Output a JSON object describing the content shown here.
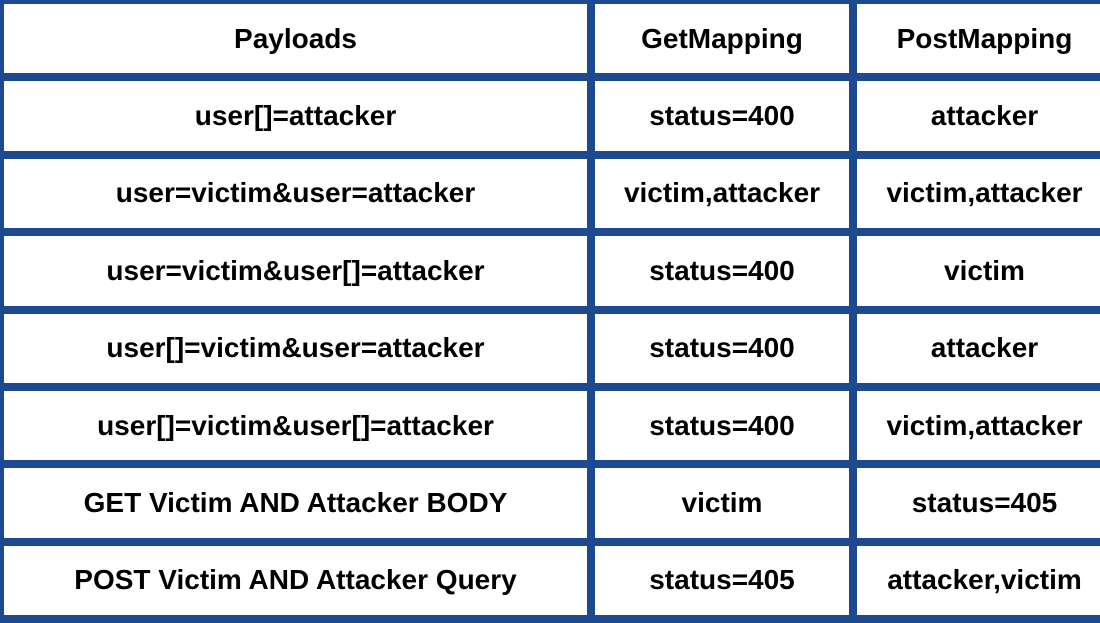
{
  "table": {
    "headers": [
      "Payloads",
      "GetMapping",
      "PostMapping"
    ],
    "rows": [
      [
        "user[]=attacker",
        "status=400",
        "attacker"
      ],
      [
        "user=victim&user=attacker",
        "victim,attacker",
        "victim,attacker"
      ],
      [
        "user=victim&user[]=attacker",
        "status=400",
        "victim"
      ],
      [
        "user[]=victim&user=attacker",
        "status=400",
        "attacker"
      ],
      [
        "user[]=victim&user[]=attacker",
        "status=400",
        "victim,attacker"
      ],
      [
        "GET Victim AND Attacker BODY",
        "victim",
        "status=405"
      ],
      [
        "POST Victim AND Attacker Query",
        "status=405",
        "attacker,victim"
      ]
    ]
  },
  "colors": {
    "border": "#1d4a8e",
    "cell_background": "#ffffff",
    "text": "#000000"
  }
}
